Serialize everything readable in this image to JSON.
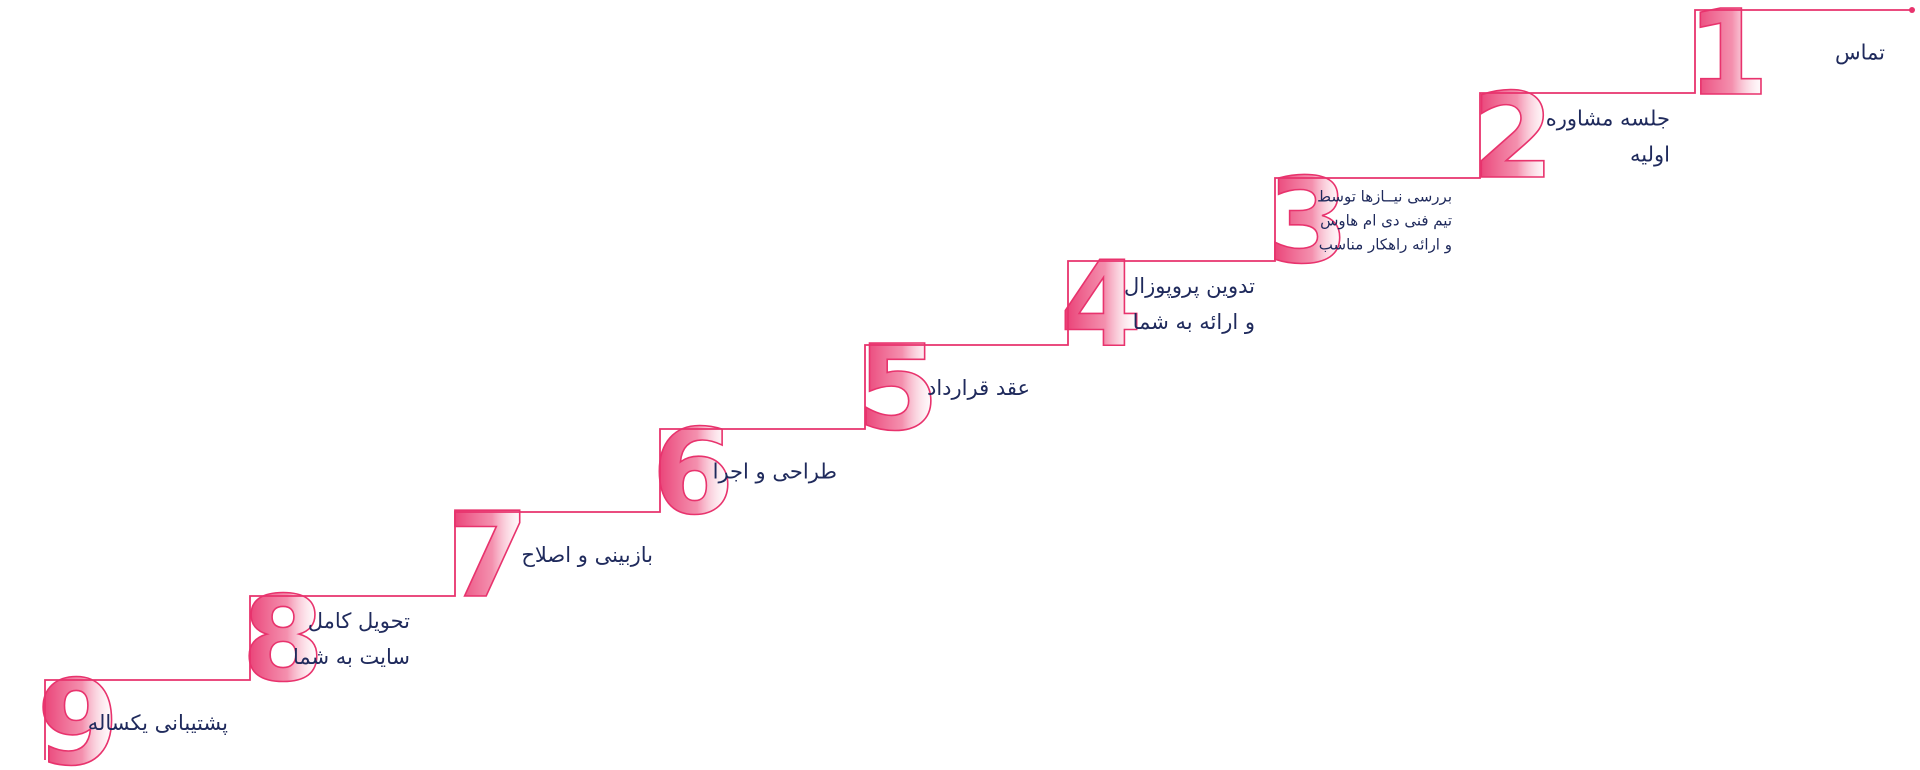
{
  "colors": {
    "accent": "#e8336d",
    "text": "#1f2a5c"
  },
  "steps": [
    {
      "number": "1",
      "lines": [
        "تماس"
      ]
    },
    {
      "number": "2",
      "lines": [
        "جلسه مشاوره",
        "اولیه"
      ]
    },
    {
      "number": "3",
      "lines": [
        "بررسی نیــازها توسط",
        "تیم فنی دی ام هاوس",
        "و ارائه راهکار مناسب"
      ]
    },
    {
      "number": "4",
      "lines": [
        "تدوین پروپوزال",
        "و ارائه به شما"
      ]
    },
    {
      "number": "5",
      "lines": [
        "عقد قرارداد"
      ]
    },
    {
      "number": "6",
      "lines": [
        "طراحی و اجرا"
      ]
    },
    {
      "number": "7",
      "lines": [
        "بازبینی و اصلاح"
      ]
    },
    {
      "number": "8",
      "lines": [
        "تحویل کامل",
        "سایت به شما"
      ]
    },
    {
      "number": "9",
      "lines": [
        "پشتیبانی یکساله"
      ]
    }
  ]
}
